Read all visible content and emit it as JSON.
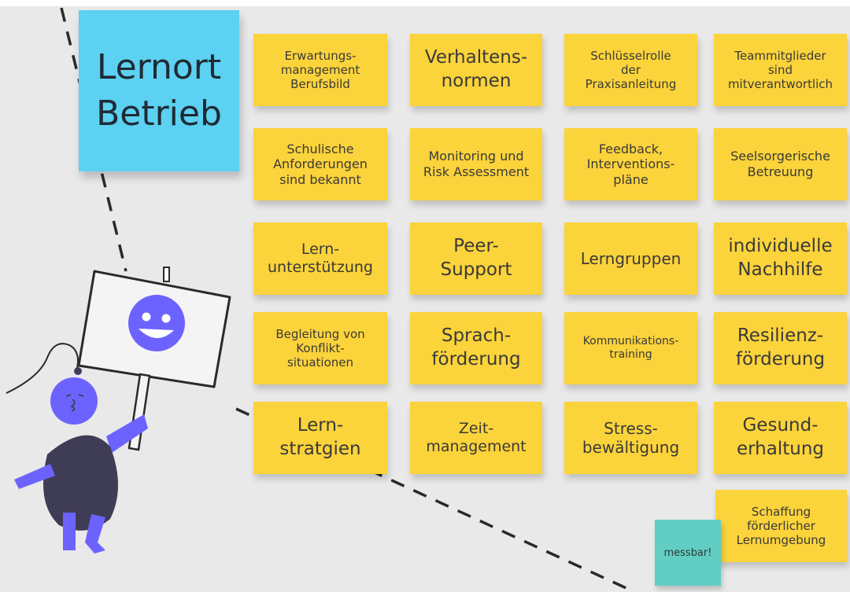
{
  "title_note": {
    "text": "Lernort\nBetrieb"
  },
  "notes": [
    {
      "text": "Erwartungs-\nmanagement\nBerufsbild"
    },
    {
      "text": "Verhaltens-\nnormen"
    },
    {
      "text": "Schlüsselrolle\nder\nPraxisanleitung"
    },
    {
      "text": "Teammitglieder\nsind\nmitverantwortlich"
    },
    {
      "text": "Schulische\nAnforderungen\nsind bekannt"
    },
    {
      "text": "Monitoring und\nRisk Assessment"
    },
    {
      "text": "Feedback,\nInterventions-\npläne"
    },
    {
      "text": "Seelsorgerische\nBetreuung"
    },
    {
      "text": "Lern-\nunterstützung"
    },
    {
      "text": "Peer-\nSupport"
    },
    {
      "text": "Lerngruppen"
    },
    {
      "text": "individuelle\nNachhilfe"
    },
    {
      "text": "Begleitung von\nKonflikt-\nsituationen"
    },
    {
      "text": "Sprach-\nförderung"
    },
    {
      "text": "Kommunikations-\ntraining"
    },
    {
      "text": "Resilienz-\nförderung"
    },
    {
      "text": "Lern-\nstratgien"
    },
    {
      "text": "Zeit-\nmanagement"
    },
    {
      "text": "Stress-\nbewältigung"
    },
    {
      "text": "Gesund-\nerhaltung"
    },
    {
      "text": "Schaffung\nförderlicher\nLernumgebung"
    }
  ],
  "small_note": {
    "text": "messbar!"
  },
  "colors": {
    "sticky_yellow": "#fbd33a",
    "title_blue": "#5cd1f1",
    "teal": "#62cdc3",
    "figure_purple": "#6c63ff",
    "figure_body": "#3f3d56"
  }
}
